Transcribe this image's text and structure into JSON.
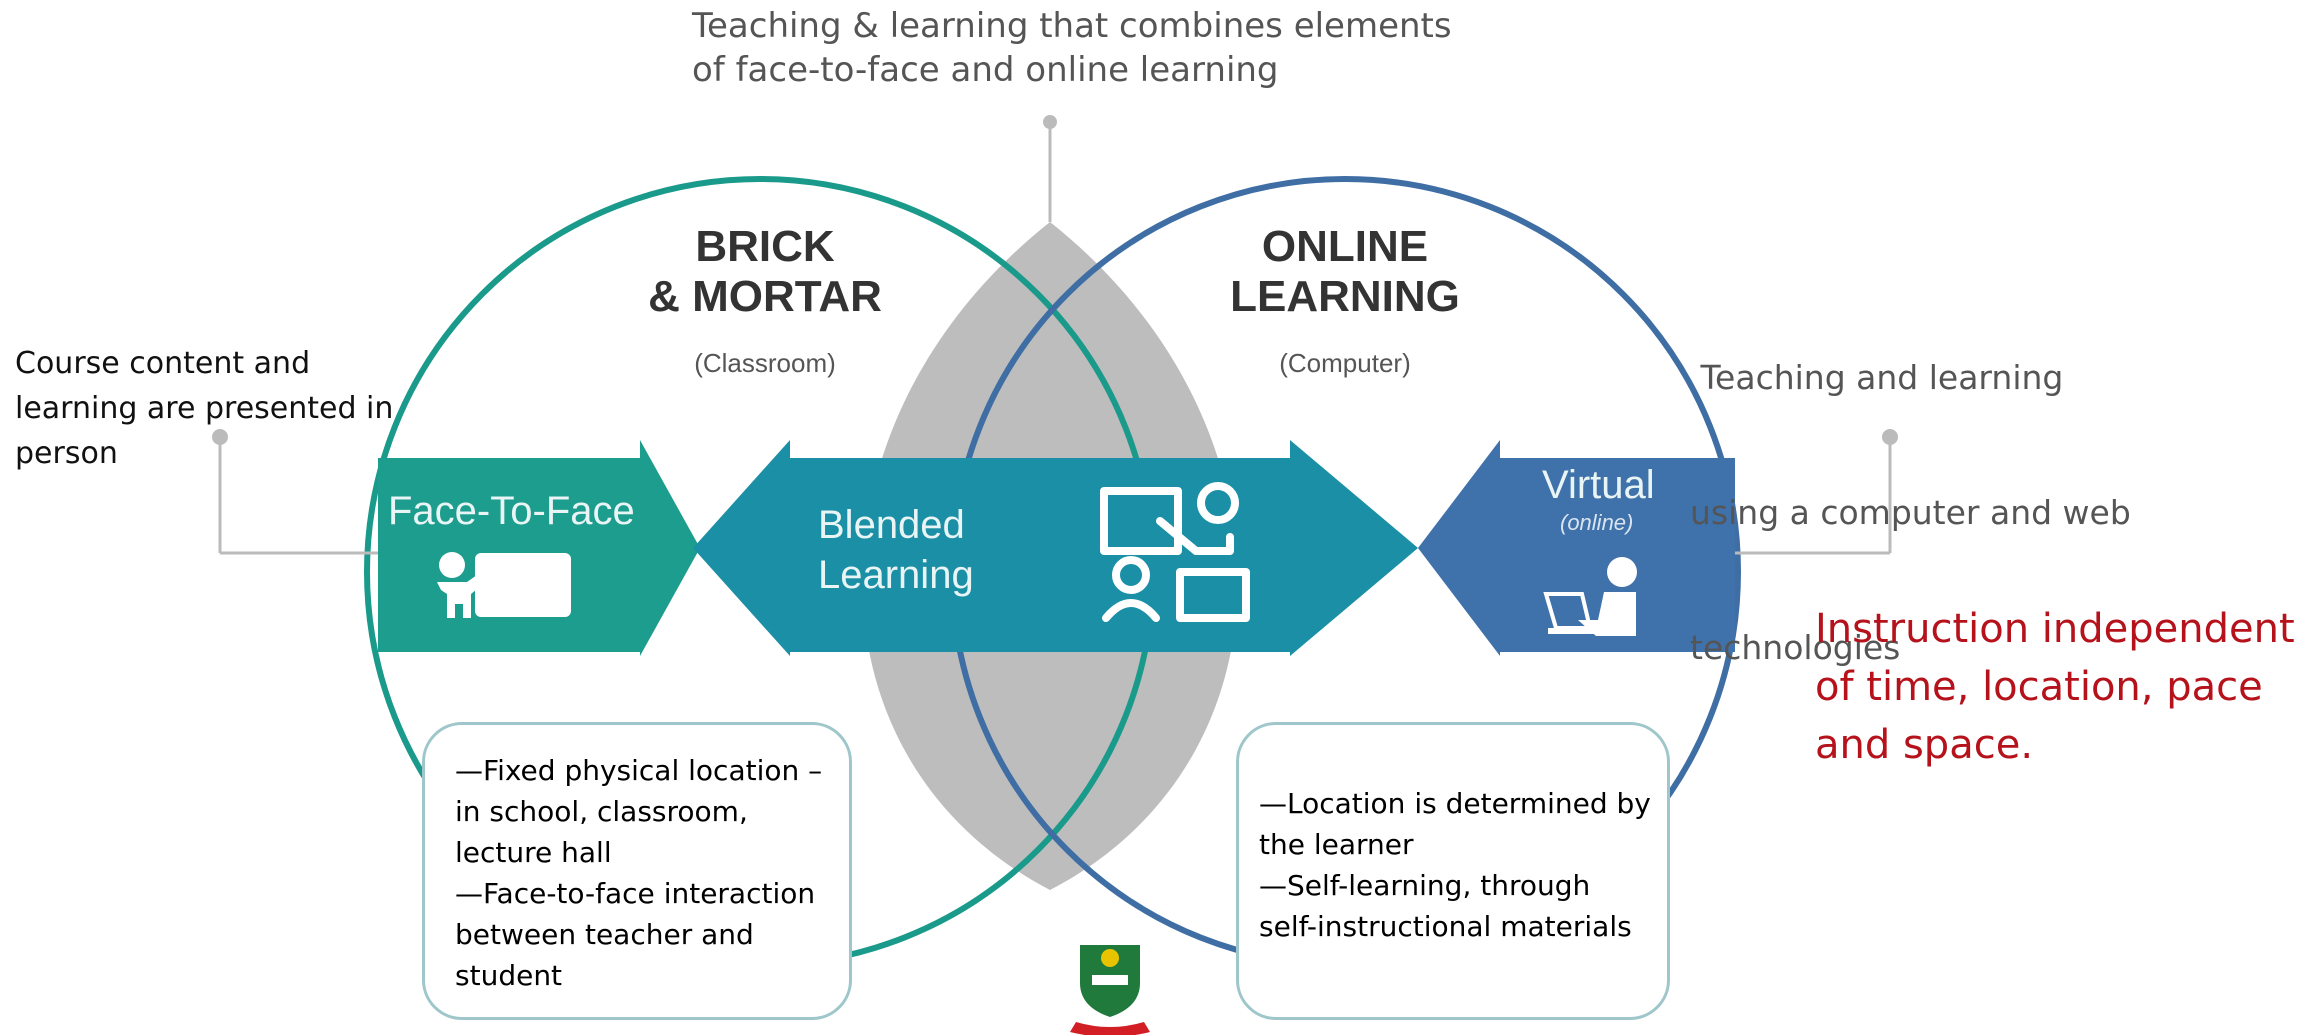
{
  "top_note": {
    "line1": "Teaching & learning that combines elements",
    "line2": "of face-to-face and online learning"
  },
  "left_note": {
    "line1": "Course content and",
    "line2": "learning are presented in",
    "line3": "person"
  },
  "right_note": {
    "line1": " Teaching and learning",
    "line2": "using a computer and web",
    "line3": "technologies"
  },
  "brick": {
    "line1": "BRICK",
    "line2": "& MORTAR",
    "sub": "(Classroom)"
  },
  "online": {
    "line1": "ONLINE",
    "line2": "LEARNING",
    "sub": "(Computer)"
  },
  "arrows": {
    "face_to_face": "Face-To-Face",
    "blended_line1": "Blended",
    "blended_line2": "Learning",
    "virtual": "Virtual",
    "virtual_sub": "(online)"
  },
  "left_box": {
    "line1": "—Fixed physical location –",
    "line2": "in school, classroom,",
    "line3": "lecture hall",
    "line4": "—Face-to-face interaction",
    "line5": "between teacher and",
    "line6": "student"
  },
  "right_box": {
    "line1": "—Location is determined by",
    "line2": "the learner",
    "line3": "—Self-learning, through",
    "line4": "self-instructional materials"
  },
  "red_note": {
    "line1": "Instruction independent",
    "line2": "of time, location, pace",
    "line3": "and space."
  },
  "colors": {
    "teal_circle": "#1a9a8a",
    "blue_circle": "#3f6ea4",
    "lens_gray": "#bdbdbd",
    "face_arrow": "#1c9d8e",
    "blended_arrow": "#1a8fa6",
    "virtual_arrow": "#3f71aa",
    "red_text": "#b5121b"
  },
  "icons": [
    "teacher-board-icon",
    "blended-teaching-icon",
    "laptop-learner-icon",
    "university-crest-icon"
  ]
}
